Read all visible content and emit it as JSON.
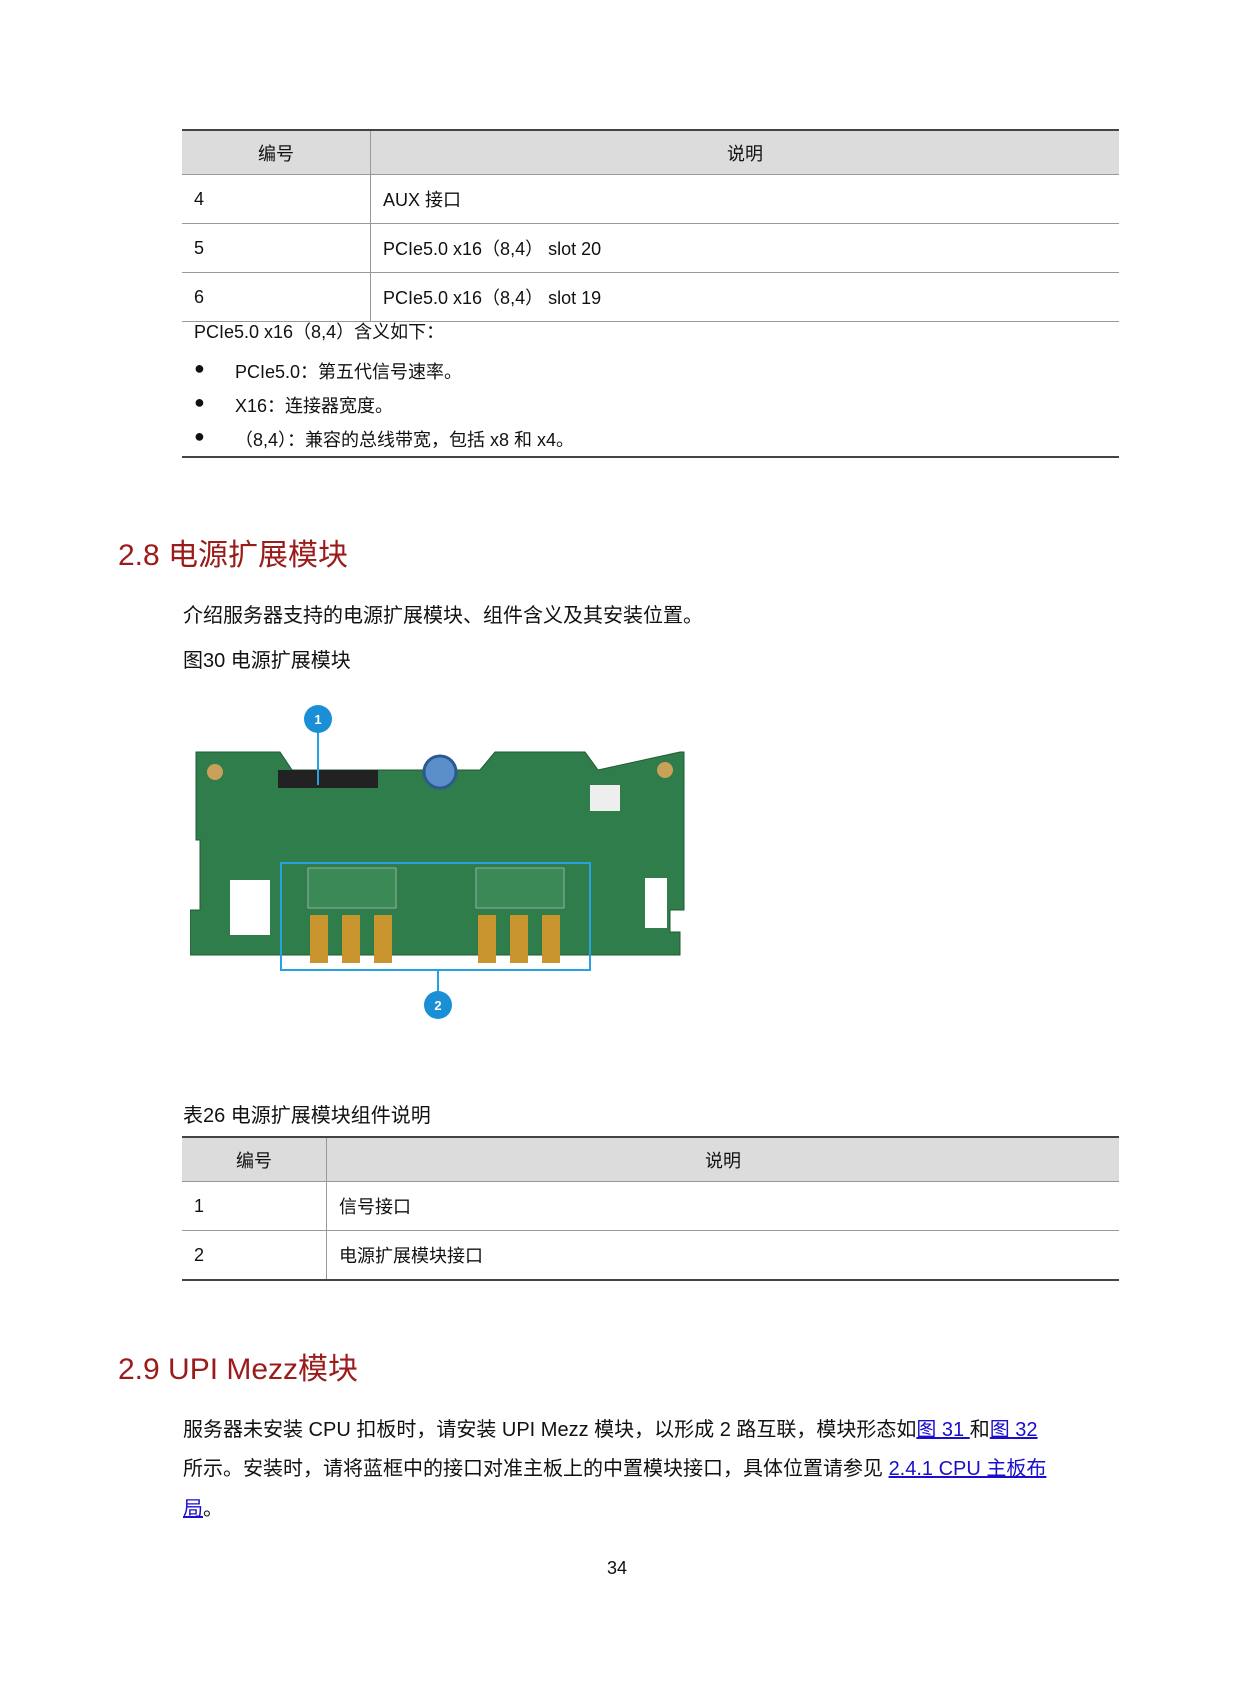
{
  "table1": {
    "headers": [
      "编号",
      "说明"
    ],
    "rows": [
      [
        "4",
        "AUX 接口"
      ],
      [
        "5",
        "PCIe5.0 x16（8,4） slot 20"
      ],
      [
        "6",
        "PCIe5.0 x16（8,4） slot 19"
      ]
    ],
    "note": "PCIe5.0 x16（8,4）含义如下：",
    "bullets": [
      "PCIe5.0：第五代信号速率。",
      "X16：连接器宽度。",
      "（8,4）：兼容的总线带宽，包括 x8 和 x4。"
    ]
  },
  "section28": {
    "heading": "2.8  电源扩展模块",
    "intro": "介绍服务器支持的电源扩展模块、组件含义及其安装位置。",
    "figure_caption": "图30 电源扩展模块",
    "callouts": [
      "1",
      "2"
    ],
    "table_caption": "表26 电源扩展模块组件说明",
    "table": {
      "headers": [
        "编号",
        "说明"
      ],
      "rows": [
        [
          "1",
          "信号接口"
        ],
        [
          "2",
          "电源扩展模块接口"
        ]
      ]
    }
  },
  "section29": {
    "heading": "2.9  UPI Mezz模块",
    "p1a": "服务器未安装 CPU 扣板时，请安装 UPI Mezz 模块，以形成 2 路互联，模块形态如",
    "link1": "图 31 ",
    "p1b": "和",
    "link2": "图 32",
    "p2a": "所示。安装时，请将蓝框中的接口对准主板上的中置模块接口，具体位置请参见 ",
    "link3": "2.4.1  CPU 主板布",
    "link3b": "局",
    "p3": "。"
  },
  "page_number": "34",
  "colors": {
    "heading": "#9b1b1b",
    "link": "#1a0dcc",
    "callout": "#1b8fd6",
    "pcb": "#2f7d4a"
  }
}
